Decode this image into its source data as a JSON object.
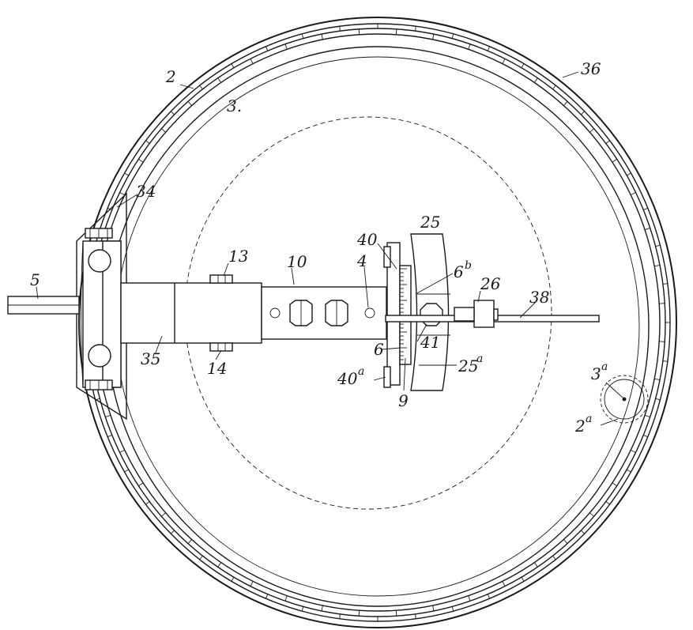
{
  "labels": {
    "l2": "2",
    "l3": "3.",
    "l36": "36",
    "l34": "34",
    "l5": "5",
    "l13": "13",
    "l10": "10",
    "l40": "40",
    "l25": "25",
    "l4": "4",
    "l6b": "6",
    "l6b_sup": "b",
    "l26": "26",
    "l38": "38",
    "l41": "41",
    "l6": "6",
    "l25a": "25",
    "l25a_sup": "a",
    "l40a": "40",
    "l40a_sup": "a",
    "l9": "9",
    "l35": "35",
    "l14": "14",
    "l3a": "3",
    "l3a_sup": "a",
    "l2a": "2",
    "l2a_sup": "a"
  },
  "colors": {
    "ink": "#1a1a1a",
    "paper": "#ffffff"
  }
}
